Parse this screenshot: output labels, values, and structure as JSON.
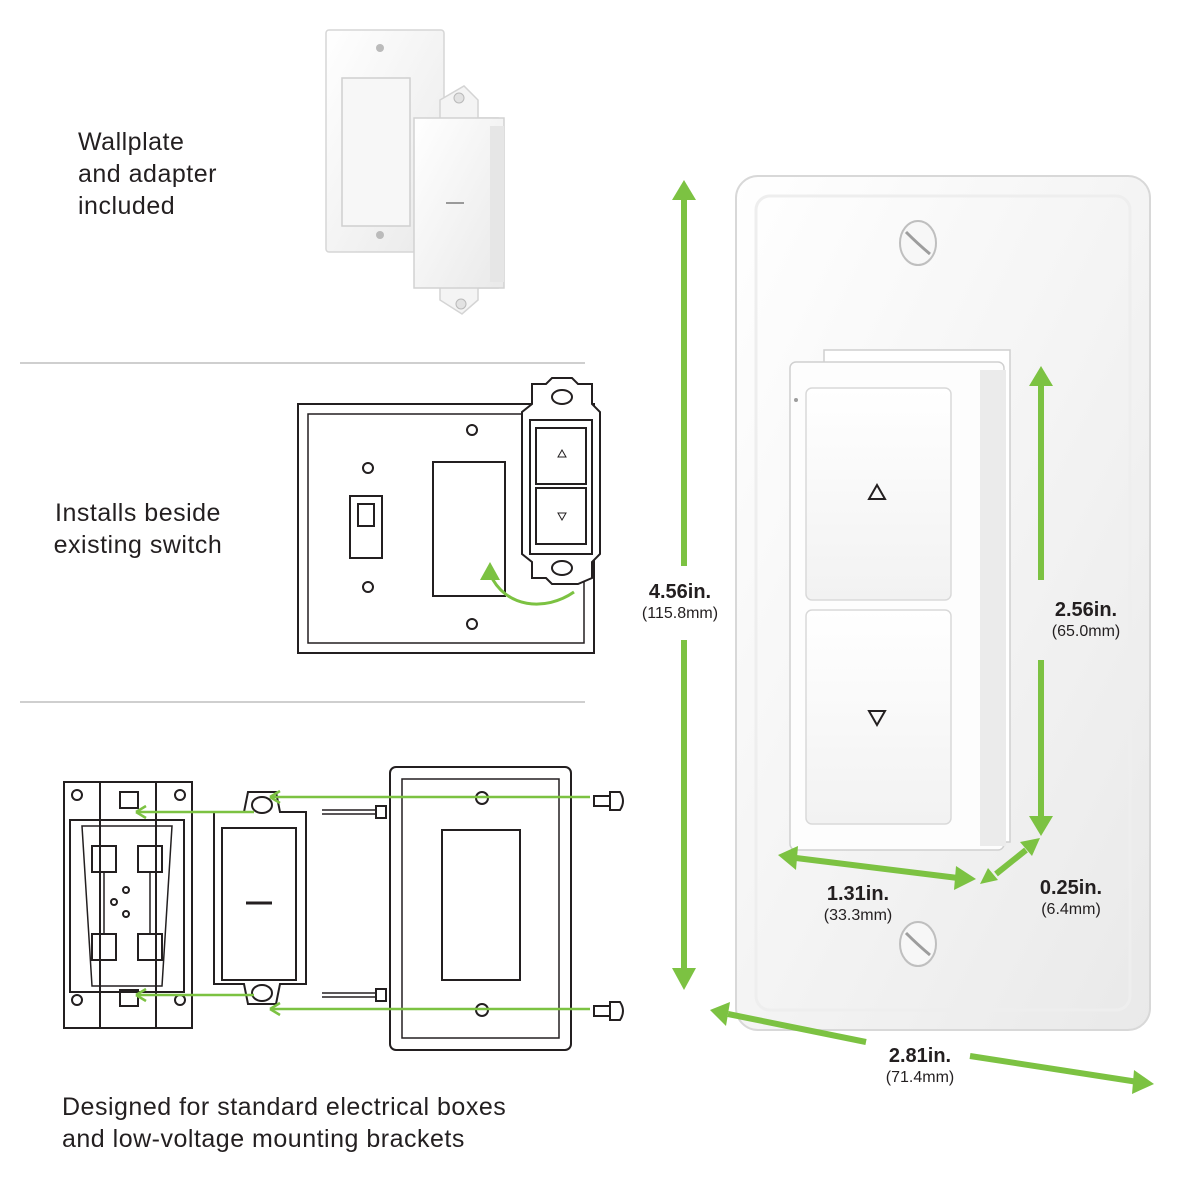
{
  "captions": {
    "wallplate": "Wallplate\nand adapter\nincluded",
    "installs": "Installs beside\nexisting switch",
    "designed": "Designed for standard electrical boxes\nand low-voltage mounting brackets"
  },
  "dimensions": {
    "height": {
      "value": "4.56in.",
      "metric": "(115.8mm)"
    },
    "button_height": {
      "value": "2.56in.",
      "metric": "(65.0mm)"
    },
    "button_width": {
      "value": "1.31in.",
      "metric": "(33.3mm)"
    },
    "depth": {
      "value": "0.25in.",
      "metric": "(6.4mm)"
    },
    "plate_width": {
      "value": "2.81in.",
      "metric": "(71.4mm)"
    }
  },
  "icons": {
    "up": "triangle-up-icon",
    "down": "triangle-down-icon"
  },
  "colors": {
    "accent": "#7cc242",
    "line": "#231f20",
    "divider": "#cfcfcf"
  }
}
